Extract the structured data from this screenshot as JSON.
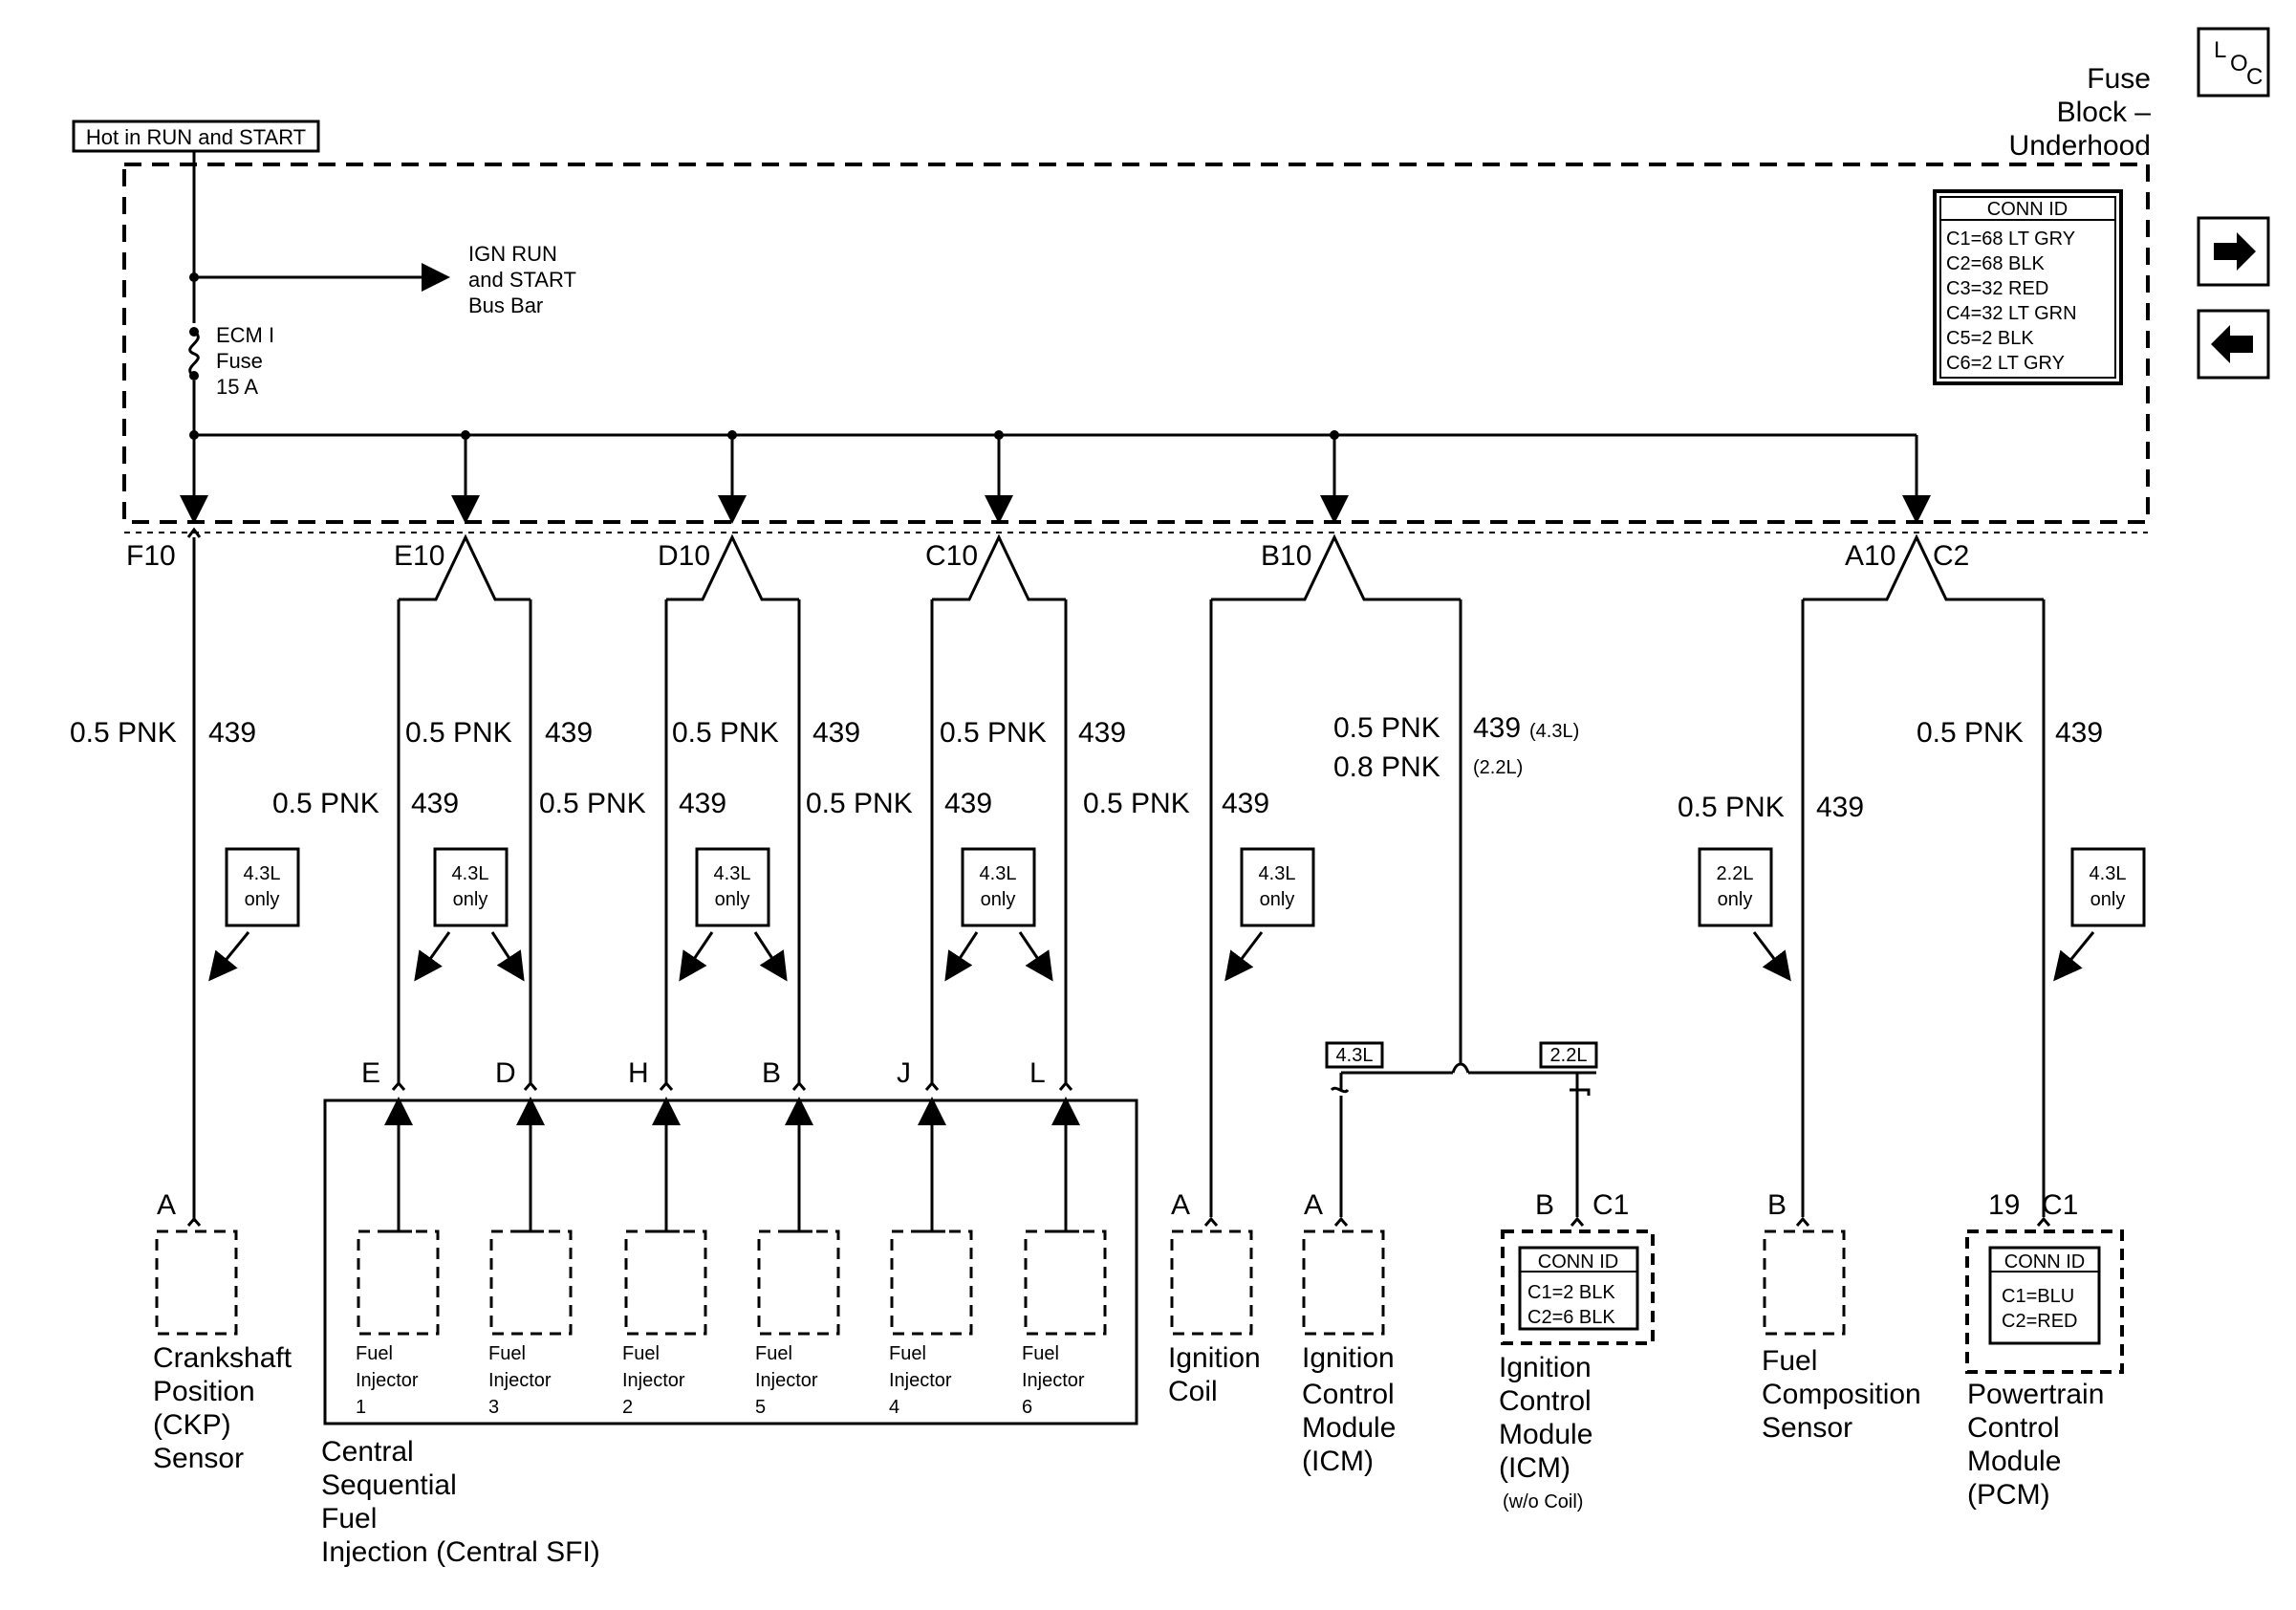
{
  "header": {
    "hot_label": "Hot in RUN and START",
    "fuse_block_line1": "Fuse",
    "fuse_block_line2": "Block –",
    "fuse_block_line3": "Underhood"
  },
  "nav": {
    "loc_L": "L",
    "loc_O": "O",
    "loc_C": "C",
    "next_icon": "right-arrow-icon",
    "prev_icon": "left-arrow-icon"
  },
  "fuse_block": {
    "bus_bar_line1": "IGN RUN",
    "bus_bar_line2": "and START",
    "bus_bar_line3": "Bus Bar",
    "fuse_line1": "ECM I",
    "fuse_line2": "Fuse",
    "fuse_line3": "15 A",
    "conn_id_title": "CONN ID",
    "conn_ids": [
      "C1=68 LT GRY",
      "C2=68 BLK",
      "C3=32 RED",
      "C4=32 LT GRN",
      "C5=2 BLK",
      "C6=2 LT GRY"
    ]
  },
  "terminals": {
    "f10": "F10",
    "e10": "E10",
    "d10": "D10",
    "c10": "C10",
    "b10": "B10",
    "a10": "A10",
    "c2": "C2"
  },
  "wires": {
    "color": "0.5 PNK",
    "color_08": "0.8 PNK",
    "circuit": "439",
    "circuit_43": "439 (4.3L)",
    "note_22": "(2.2L)"
  },
  "engine_notes": {
    "l43": "4.3L",
    "l22": "2.2L",
    "only": "only"
  },
  "injector_pins": [
    "E",
    "D",
    "H",
    "B",
    "J",
    "L"
  ],
  "injectors": [
    {
      "l1": "Fuel",
      "l2": "Injector",
      "l3": "1"
    },
    {
      "l1": "Fuel",
      "l2": "Injector",
      "l3": "3"
    },
    {
      "l1": "Fuel",
      "l2": "Injector",
      "l3": "2"
    },
    {
      "l1": "Fuel",
      "l2": "Injector",
      "l3": "5"
    },
    {
      "l1": "Fuel",
      "l2": "Injector",
      "l3": "4"
    },
    {
      "l1": "Fuel",
      "l2": "Injector",
      "l3": "6"
    }
  ],
  "sfi": {
    "l1": "Central",
    "l2": "Sequential",
    "l3": "Fuel",
    "l4": "Injection (Central SFI)"
  },
  "components": {
    "ckp": {
      "pin": "A",
      "l1": "Crankshaft",
      "l2": "Position",
      "l3": "(CKP)",
      "l4": "Sensor"
    },
    "coil": {
      "pin": "A",
      "l1": "Ignition",
      "l2": "Coil"
    },
    "icm": {
      "pin": "A",
      "l1": "Ignition",
      "l2": "Control",
      "l3": "Module",
      "l4": "(ICM)"
    },
    "icm2": {
      "pin": "B",
      "conn": "C1",
      "conn_title": "CONN ID",
      "c1": "C1=2 BLK",
      "c2": "C2=6 BLK",
      "l1": "Ignition",
      "l2": "Control",
      "l3": "Module",
      "l4": "(ICM)",
      "l5": "(w/o Coil)"
    },
    "fcs": {
      "pin": "B",
      "l1": "Fuel",
      "l2": "Composition",
      "l3": "Sensor"
    },
    "pcm": {
      "pin": "19",
      "conn": "C1",
      "conn_title": "CONN ID",
      "c1": "C1=BLU",
      "c2": "C2=RED",
      "l1": "Powertrain",
      "l2": "Control",
      "l3": "Module",
      "l4": "(PCM)"
    }
  }
}
